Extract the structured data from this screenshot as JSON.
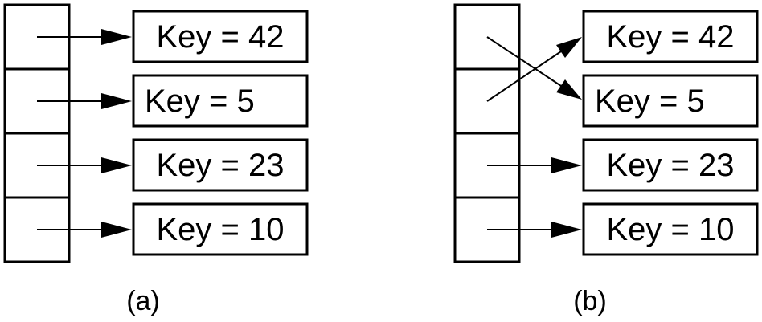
{
  "panels": [
    {
      "caption": "(a)",
      "keys": [
        {
          "label": "Key = 42"
        },
        {
          "label": "Key = 5"
        },
        {
          "label": "Key = 23"
        },
        {
          "label": "Key = 10"
        }
      ]
    },
    {
      "caption": "(b)",
      "keys": [
        {
          "label": "Key = 42"
        },
        {
          "label": "Key = 5"
        },
        {
          "label": "Key = 23"
        },
        {
          "label": "Key = 10"
        }
      ]
    }
  ],
  "pointers": [
    [
      0,
      1,
      2,
      3
    ],
    [
      1,
      0,
      2,
      3
    ]
  ]
}
